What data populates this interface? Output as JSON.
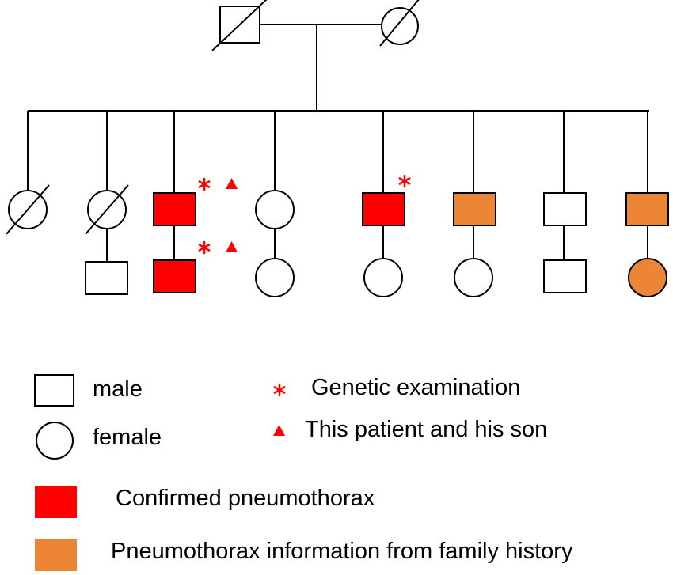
{
  "colors": {
    "line": "#000000",
    "confirmed": "#ff0000",
    "family_history": "#ed8536",
    "marker": "#ff0000",
    "background": "#ffffff"
  },
  "legend": {
    "male": "male",
    "female": "female",
    "genetic_examination": "Genetic examination",
    "patient_and_son": "This patient and his son",
    "confirmed": "Confirmed pneumothorax",
    "family_history": "Pneumothorax information from family history"
  },
  "pedigree": {
    "generation_1": [
      {
        "sex": "male",
        "deceased": true,
        "status": "unaffected"
      },
      {
        "sex": "female",
        "deceased": true,
        "status": "unaffected"
      }
    ],
    "generation_2": [
      {
        "sex": "female",
        "deceased": true,
        "status": "unaffected",
        "markers": []
      },
      {
        "sex": "female",
        "deceased": true,
        "status": "unaffected",
        "markers": []
      },
      {
        "sex": "male",
        "deceased": false,
        "status": "confirmed",
        "markers": [
          "genetic-examination",
          "patient-and-son"
        ]
      },
      {
        "sex": "female",
        "deceased": false,
        "status": "unaffected",
        "markers": []
      },
      {
        "sex": "male",
        "deceased": false,
        "status": "confirmed",
        "markers": [
          "genetic-examination"
        ]
      },
      {
        "sex": "male",
        "deceased": false,
        "status": "family-history",
        "markers": []
      },
      {
        "sex": "male",
        "deceased": false,
        "status": "unaffected",
        "markers": []
      },
      {
        "sex": "male",
        "deceased": false,
        "status": "family-history",
        "markers": []
      }
    ],
    "generation_3": [
      {
        "sex": "male",
        "status": "unaffected",
        "markers": []
      },
      {
        "sex": "male",
        "status": "confirmed",
        "markers": [
          "genetic-examination",
          "patient-and-son"
        ]
      },
      {
        "sex": "female",
        "status": "unaffected",
        "markers": []
      },
      {
        "sex": "female",
        "status": "unaffected",
        "markers": []
      },
      {
        "sex": "female",
        "status": "unaffected",
        "markers": []
      },
      {
        "sex": "male",
        "status": "unaffected",
        "markers": []
      },
      {
        "sex": "female",
        "status": "family-history",
        "markers": []
      }
    ]
  }
}
